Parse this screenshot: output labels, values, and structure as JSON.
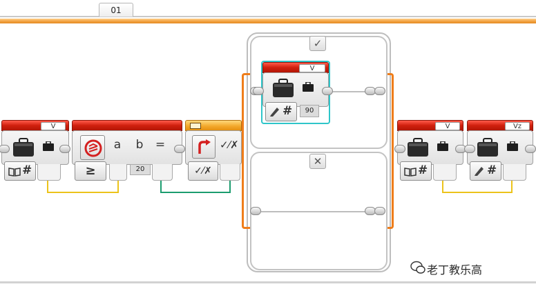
{
  "tabs": {
    "active_label": "01"
  },
  "blocks": {
    "var_read_1": {
      "name": "V"
    },
    "compare": {
      "a_label": "a",
      "b_label": "b",
      "eq_sign": "=",
      "mode_symbol": "≥",
      "b_value": "20"
    },
    "switch_logic": {
      "result_symbol": "✓⁄✗",
      "mode_symbol": "✓⁄✗"
    },
    "var_write_true": {
      "name": "V",
      "value": "90"
    },
    "var_read_2": {
      "name": "V"
    },
    "var_write_2": {
      "name": "Vz"
    }
  },
  "switch_cases": {
    "true_icon": "✓",
    "false_icon": "✕"
  },
  "watermark": {
    "text": "老丁教乐高"
  },
  "colors": {
    "red_header": "#d0200e",
    "orange_strip": "#f2a241",
    "switch_bracket": "#ef7d1a",
    "yellow_wire": "#ecc31a",
    "green_wire": "#1b9c6e",
    "teal_highlight": "#2ec5c9"
  }
}
